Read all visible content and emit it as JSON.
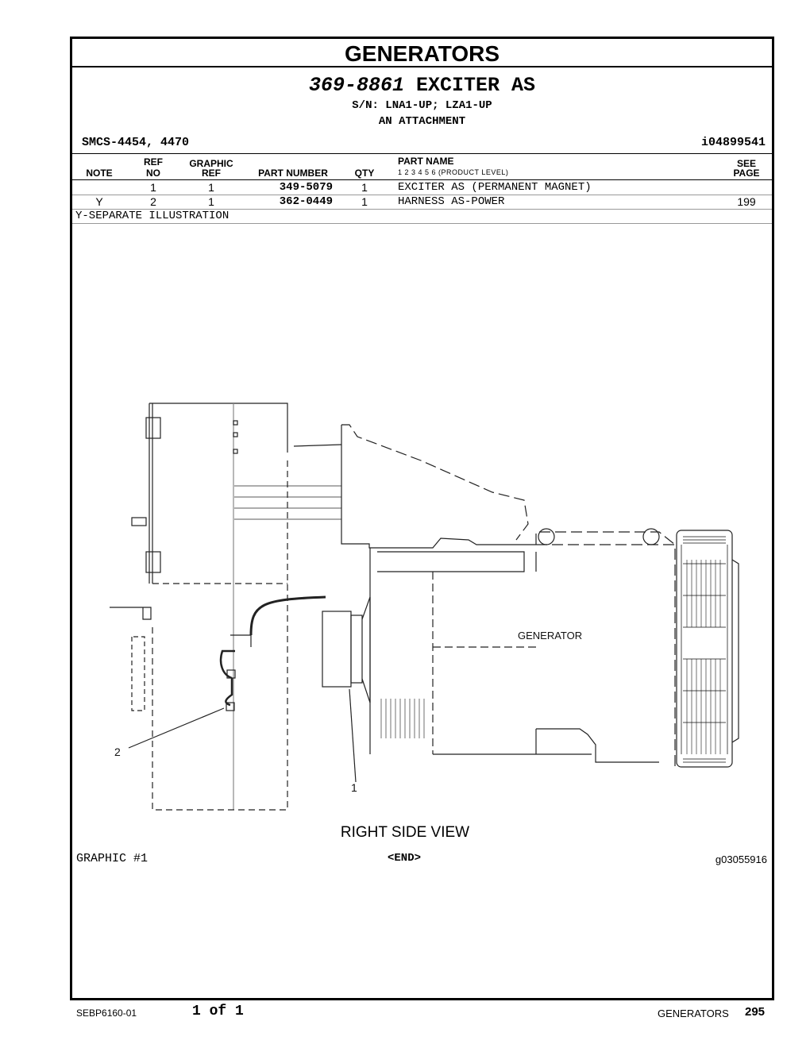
{
  "section": {
    "title": "GENERATORS"
  },
  "assembly": {
    "part_number": "369-8861",
    "name": "EXCITER AS",
    "serial": "S/N: LNA1-UP; LZA1-UP",
    "attachment": "AN ATTACHMENT"
  },
  "meta": {
    "smcs": "SMCS-4454, 4470",
    "doc_id": "i04899541"
  },
  "table": {
    "headers": {
      "note": "NOTE",
      "ref_top": "REF",
      "ref_bottom": "NO",
      "graphic_top": "GRAPHIC",
      "graphic_bottom": "REF",
      "part_number": "PART NUMBER",
      "qty": "QTY",
      "part_name": "PART NAME",
      "product_level": "1   2   3   4   5   6   (PRODUCT LEVEL)",
      "see_top": "SEE",
      "see_bottom": "PAGE"
    },
    "rows": [
      {
        "note": "",
        "ref_no": "1",
        "graphic_ref": "1",
        "part_number": "349-5079",
        "qty": "1",
        "part_name": "EXCITER AS (PERMANENT MAGNET)",
        "see_page": ""
      },
      {
        "note": "Y",
        "ref_no": "2",
        "graphic_ref": "1",
        "part_number": "362-0449",
        "qty": "1",
        "part_name": "HARNESS AS-POWER",
        "see_page": "199"
      }
    ],
    "footnote": "Y-SEPARATE ILLUSTRATION"
  },
  "illustration": {
    "generator_label": "GENERATOR",
    "callout_1": "1",
    "callout_2": "2",
    "caption": "RIGHT SIDE VIEW",
    "graphic_label": "GRAPHIC #1",
    "end_marker": "<END>",
    "graphic_number": "g03055916"
  },
  "footer": {
    "doc_number": "SEBP6160-01",
    "page_of": "1 of 1",
    "section": "GENERATORS",
    "page_number": "295"
  }
}
